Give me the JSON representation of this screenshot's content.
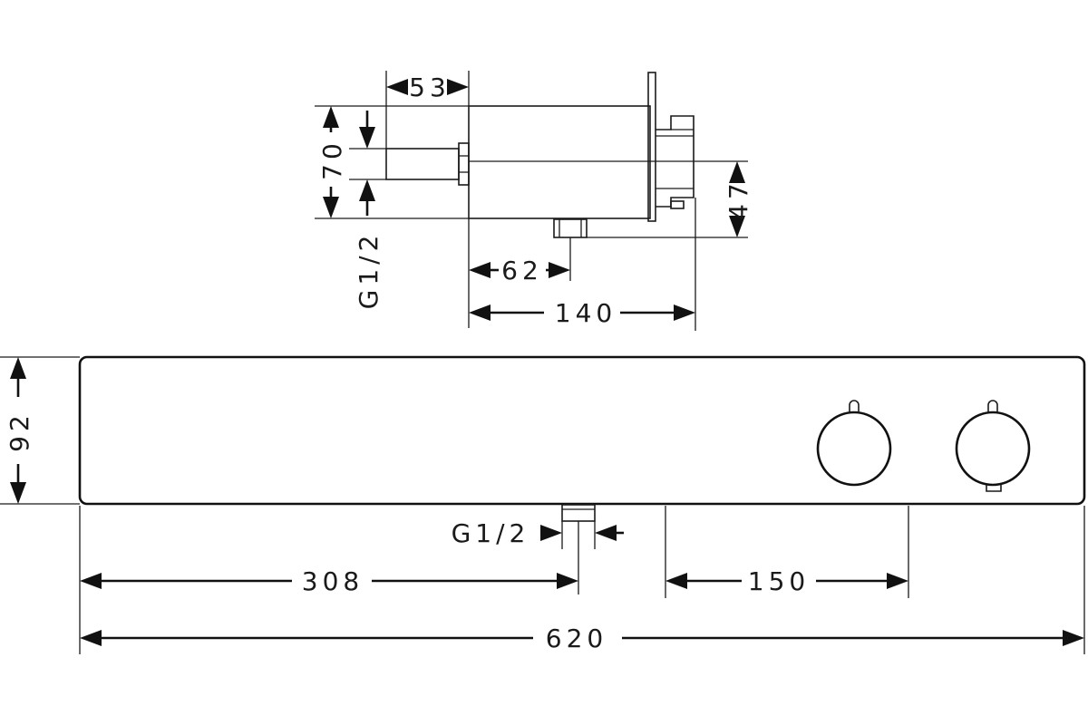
{
  "dimensions": {
    "side_depth_connector": "53",
    "side_height": "70",
    "side_thread": "G1/2",
    "side_outlet_height": "47",
    "side_outlet_offset": "62",
    "side_total_depth": "140",
    "front_height": "92",
    "front_thread": "G1/2",
    "front_outlet_distance": "308",
    "front_knob_spacing": "150",
    "front_total_width": "620"
  },
  "colors": {
    "line": "#1a1a1a",
    "background": "#ffffff"
  }
}
